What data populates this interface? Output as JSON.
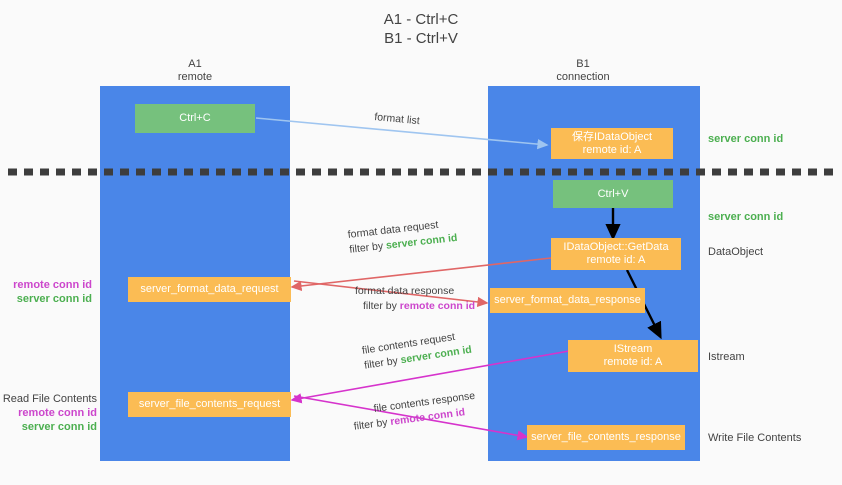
{
  "title": {
    "line1": "A1 - Ctrl+C",
    "line2": "B1 - Ctrl+V"
  },
  "lanes": [
    {
      "id": "a1",
      "name": "A1",
      "sub": "remote"
    },
    {
      "id": "b1",
      "name": "B1",
      "sub": "connection"
    }
  ],
  "colors": {
    "lane_blue": "#4a86e8",
    "box_orange": "#fbbc54",
    "box_green": "#76c17d",
    "server_conn_green": "#4caf50",
    "remote_conn_purple": "#cc46cc",
    "arrow_blue": "#9fc5f0",
    "arrow_red": "#e06666",
    "arrow_magenta": "#d633cc",
    "arrow_black": "#000000",
    "text_dark": "#434343",
    "page_bg": "#fafafa"
  },
  "boxes": {
    "ctrl_c": {
      "label": "Ctrl+C"
    },
    "ctrl_v": {
      "label": "Ctrl+V"
    },
    "save_idataobject": {
      "line1": "保存IDataObject",
      "line2": "remote id: A"
    },
    "getdata": {
      "line1": "IDataObject::GetData",
      "line2": "remote id: A"
    },
    "istream": {
      "line1": "IStream",
      "line2": "remote id: A"
    },
    "server_format_data_request": {
      "label": "server_format_data_request"
    },
    "server_format_data_response": {
      "label": "server_format_data_response"
    },
    "server_file_contents_request": {
      "label": "server_file_contents_request"
    },
    "server_file_contents_response": {
      "label": "server_file_contents_response"
    }
  },
  "right_labels": {
    "server_conn_id_top": "server conn id",
    "server_conn_id_mid": "server conn id",
    "dataobject": "DataObject",
    "istream": "Istream",
    "write_file_contents": "Write File Contents"
  },
  "left_labels": {
    "format_remote": "remote conn id",
    "format_server": "server conn id",
    "read_file_contents": "Read File Contents",
    "file_remote": "remote conn id",
    "file_server": "server conn id"
  },
  "edges": {
    "format_list": {
      "label": "format list"
    },
    "format_data_request": {
      "line1": "format data request",
      "line2_prefix": "filter by ",
      "line2_key": "server conn id"
    },
    "format_data_response": {
      "line1": "format data response",
      "line2_prefix": "filter by ",
      "line2_key": "remote conn id"
    },
    "file_contents_request": {
      "line1": "file contents request",
      "line2_prefix": "filter by ",
      "line2_key": "server conn id"
    },
    "file_contents_response": {
      "line1": "file contents response",
      "line2_prefix": "filter by ",
      "line2_key": "remote conn id"
    }
  }
}
